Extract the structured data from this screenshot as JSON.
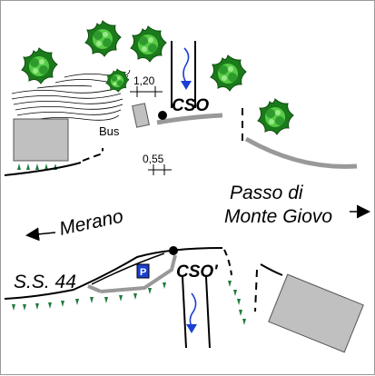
{
  "labels": {
    "cso": "CSO",
    "cso_prime": "CSO'",
    "bus": "Bus",
    "dim_top": "1,20",
    "dim_bottom": "0,55",
    "passo_line1": "Passo di",
    "passo_line2": "Monte Giovo",
    "merano": "Merano",
    "road": "S.S. 44",
    "parking": "P"
  },
  "colors": {
    "tree_dark": "#1b7a1b",
    "tree_light": "#55cc44",
    "building": "#c0c0c0",
    "curb": "#999999",
    "parking_bg": "#1a3fd1",
    "flow_arrow": "#1a3fd1",
    "grass": "#1f7a3a"
  },
  "icons": {
    "tree": "tree-icon",
    "parking": "parking-sign-icon",
    "arrow": "direction-arrow-icon"
  }
}
